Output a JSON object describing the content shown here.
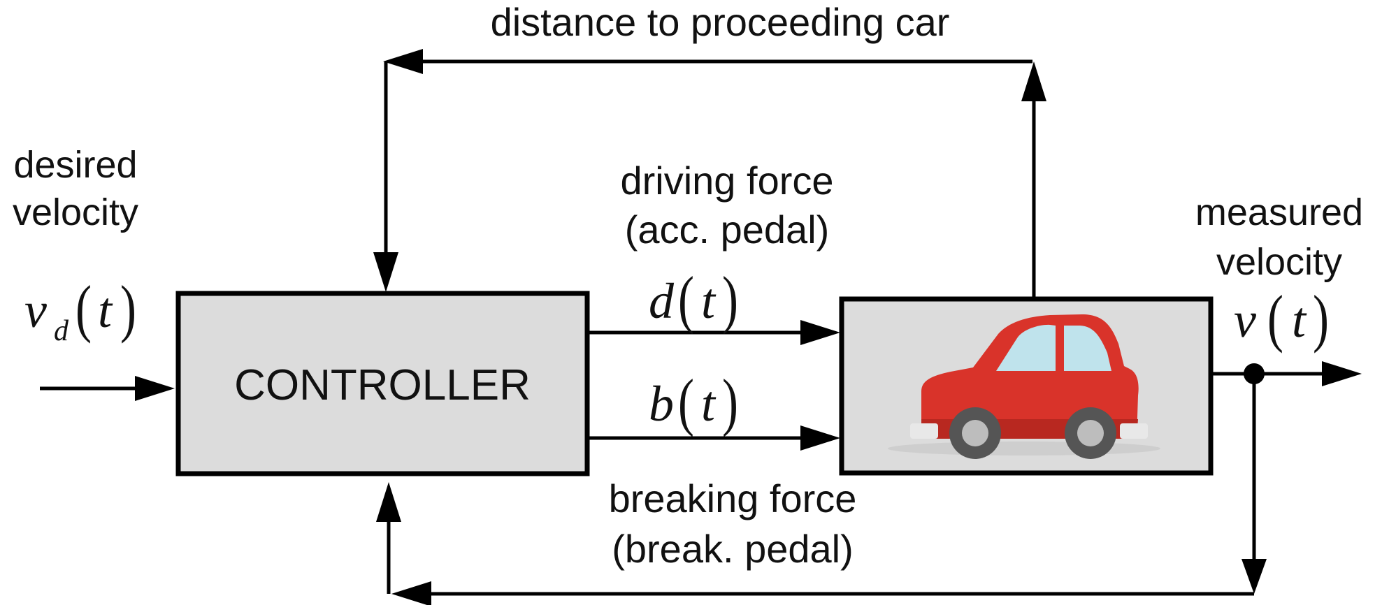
{
  "labels": {
    "distance": "distance to proceeding car",
    "desired_line1": "desired",
    "desired_line2": "velocity",
    "driving_line1": "driving force",
    "driving_line2": "(acc. pedal)",
    "measured_line1": "measured",
    "measured_line2": "velocity",
    "breaking_line1": "breaking force",
    "breaking_line2": "(break. pedal)",
    "controller": "CONTROLLER"
  },
  "signals": {
    "desired": {
      "symbol": "v",
      "subscript": "d",
      "arg": "t"
    },
    "driving": {
      "symbol": "d",
      "arg": "t"
    },
    "breaking": {
      "symbol": "b",
      "arg": "t"
    },
    "measured": {
      "symbol": "v",
      "arg": "t"
    }
  },
  "colors": {
    "line": "#000000",
    "block_fill": "#dcdcdc",
    "car_body": "#d9332a",
    "car_window": "#bfe3ec",
    "wheel": "#5a5a5a"
  },
  "icons": {
    "plant": "car-icon"
  }
}
